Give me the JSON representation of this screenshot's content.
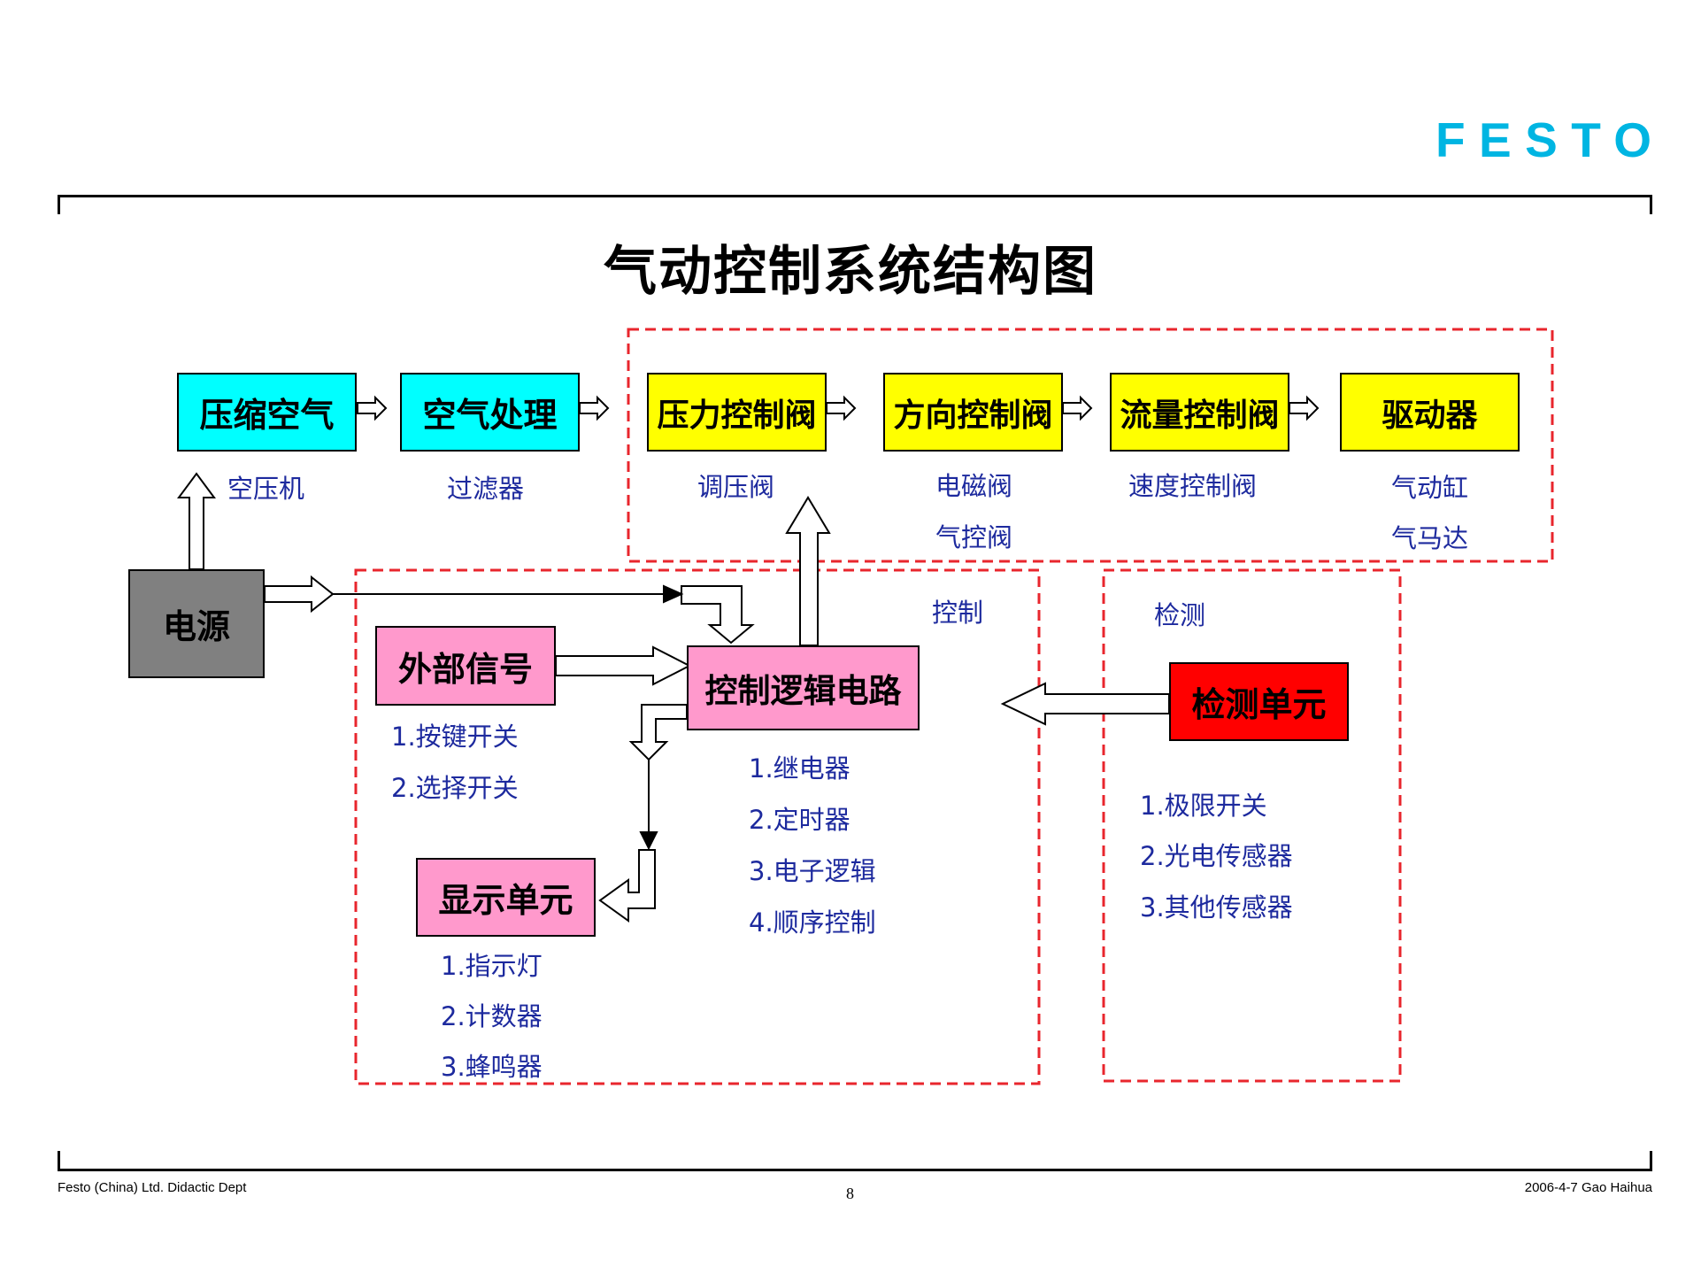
{
  "logo": {
    "text": "FESTO",
    "color": "#00b5e2"
  },
  "title": "气动控制系统结构图",
  "top_chain": [
    {
      "label": "压缩空气",
      "sub": [
        "空压机"
      ]
    },
    {
      "label": "空气处理",
      "sub": [
        "过滤器"
      ]
    },
    {
      "label": "压力控制阀",
      "sub": [
        "调压阀"
      ]
    },
    {
      "label": "方向控制阀",
      "sub": [
        "电磁阀",
        "气控阀"
      ]
    },
    {
      "label": "流量控制阀",
      "sub": [
        "速度控制阀"
      ]
    },
    {
      "label": "驱动器",
      "sub": [
        "气动缸",
        "气马达"
      ]
    }
  ],
  "power": {
    "label": "电源"
  },
  "control_region_label": "控制",
  "detect_region_label": "检测",
  "external_signal": {
    "label": "外部信号",
    "items": [
      "1.按键开关",
      "2.选择开关"
    ]
  },
  "logic": {
    "label": "控制逻辑电路",
    "items": [
      "1.继电器",
      "2.定时器",
      "3.电子逻辑",
      "4.顺序控制"
    ]
  },
  "display": {
    "label": "显示单元",
    "items": [
      "1.指示灯",
      "2.计数器",
      "3.蜂鸣器"
    ]
  },
  "detect": {
    "label": "检测单元",
    "items": [
      "1.极限开关",
      "2.光电传感器",
      "3.其他传感器"
    ]
  },
  "footer": {
    "left": "Festo (China) Ltd. Didactic Dept",
    "page": "8",
    "right": "2006-4-7  Gao Haihua"
  },
  "colors": {
    "cyan": "#00ffff",
    "yellow": "#ffff00",
    "gray": "#808080",
    "pink": "#ff99cc",
    "red": "#ff0000",
    "dash": "#e8262d",
    "label_blue": "#1d2a9e"
  }
}
